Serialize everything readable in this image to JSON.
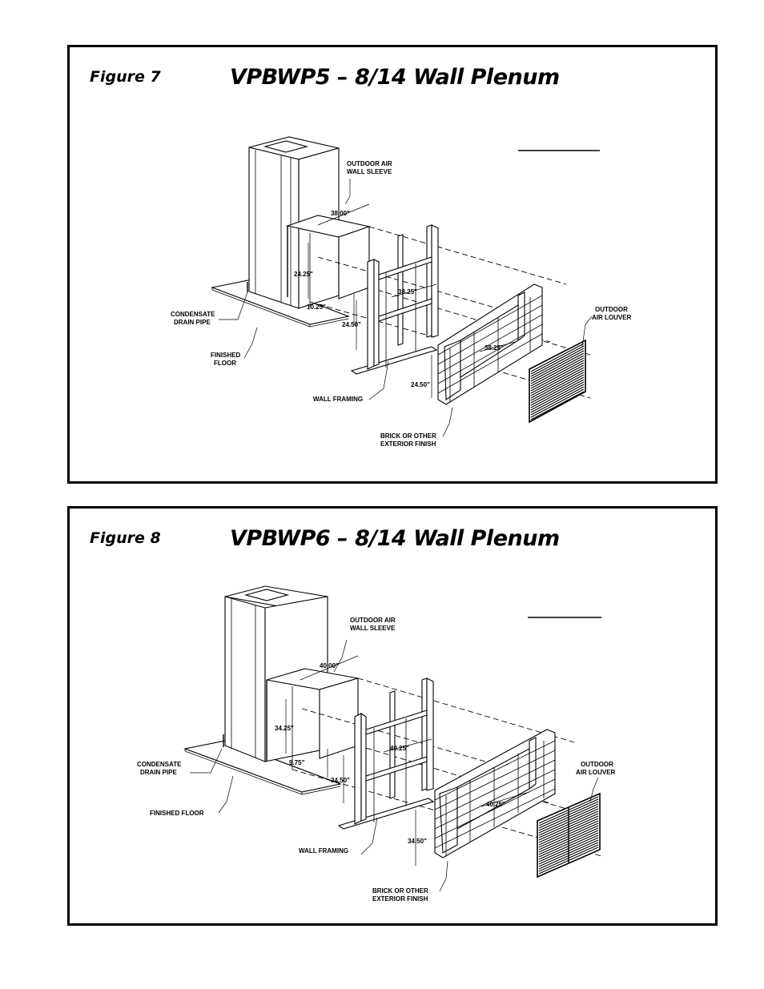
{
  "figures": [
    {
      "label": "Figure 7",
      "title": "VPBWP5 – 8/14 Wall Plenum",
      "callouts": {
        "outdoor_air_wall_sleeve": [
          "OUTDOOR AIR",
          "WALL SLEEVE"
        ],
        "condensate_drain_pipe": [
          "CONDENSATE",
          "DRAIN PIPE"
        ],
        "finished_floor": [
          "FINISHED",
          "FLOOR"
        ],
        "wall_framing": [
          "WALL FRAMING"
        ],
        "outdoor_air_louver": [
          "OUTDOOR",
          "AIR LOUVER"
        ],
        "brick_exterior": [
          "BRICK OR OTHER",
          "EXTERIOR FINISH"
        ]
      },
      "dimensions": {
        "sleeve_width": "38.00\"",
        "sleeve_height": "24.25\"",
        "floor_offset": "10.25\"",
        "framing_width": "38.25\"",
        "framing_height": "24.50\"",
        "brick_width": "38.25\"",
        "brick_height": "24.50\""
      }
    },
    {
      "label": "Figure 8",
      "title": "VPBWP6 – 8/14 Wall Plenum",
      "callouts": {
        "outdoor_air_wall_sleeve": [
          "OUTDOOR AIR",
          "WALL SLEEVE"
        ],
        "condensate_drain_pipe": [
          "CONDENSATE",
          "DRAIN PIPE"
        ],
        "finished_floor": [
          "FINISHED FLOOR"
        ],
        "wall_framing": [
          "WALL FRAMING"
        ],
        "outdoor_air_louver": [
          "OUTDOOR",
          "AIR LOUVER"
        ],
        "brick_exterior": [
          "BRICK OR OTHER",
          "EXTERIOR FINISH"
        ]
      },
      "dimensions": {
        "sleeve_width": "40.00\"",
        "sleeve_height": "34.25\"",
        "floor_offset": "9.75\"",
        "framing_width": "40.25\"",
        "framing_height": "34.50\"",
        "brick_width": "40.25\"",
        "brick_height": "34.50\""
      }
    }
  ]
}
